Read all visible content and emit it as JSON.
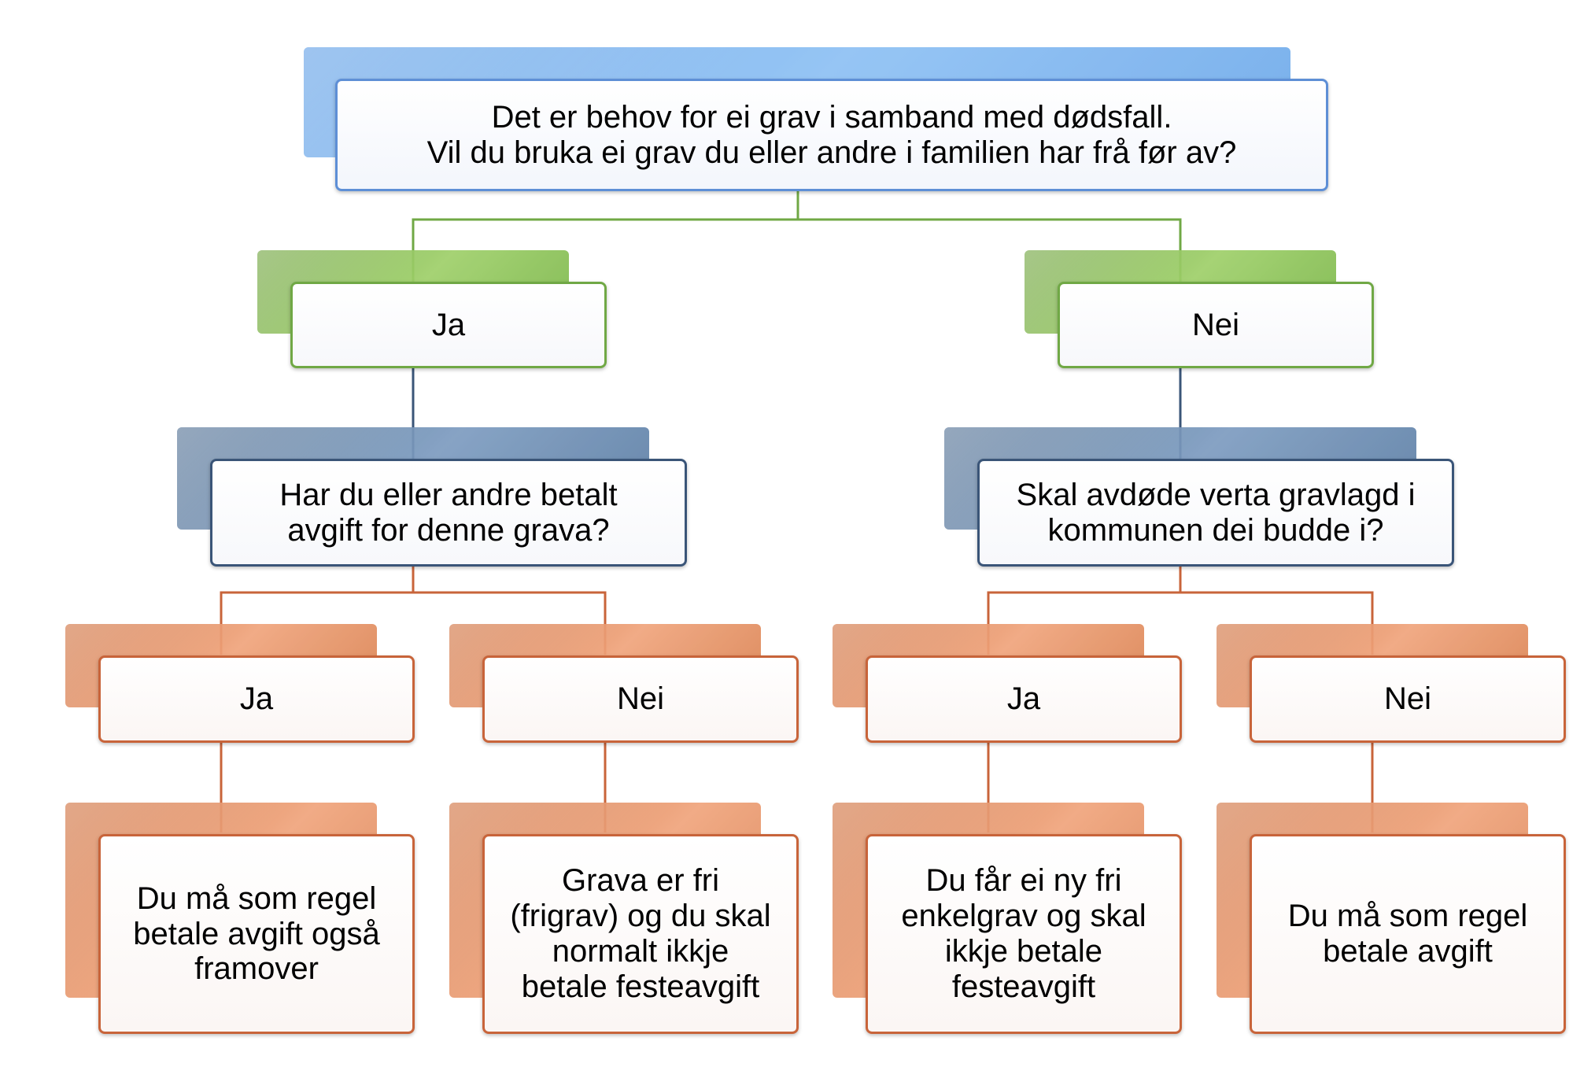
{
  "root": {
    "text": "Det er behov for ei grav i samband med dødsfall.\nVil du bruka ei grav du eller andre i familien har frå før av?"
  },
  "left_branch": {
    "answer": "Ja",
    "question": "Har du eller andre betalt\navgift for denne grava?",
    "yes": {
      "answer": "Ja",
      "outcome": "Du må som regel\nbetale avgift også\nframover"
    },
    "no": {
      "answer": "Nei",
      "outcome": "Grava er fri\n(frigrav) og du skal\nnormalt ikkje\nbetale festeavgift"
    }
  },
  "right_branch": {
    "answer": "Nei",
    "question": "Skal avdøde verta gravlagd i\nkommunen dei budde i?",
    "yes": {
      "answer": "Ja",
      "outcome": "Du får ei ny fri\nenkelgrav og skal\nikkje betale\nfesteavgift"
    },
    "no": {
      "answer": "Nei",
      "outcome": "Du må som regel\nbetale avgift"
    }
  },
  "colors": {
    "root": "#6ea9ea",
    "level1": "#7ab648",
    "level2": "#5a7ca3",
    "level3": "#d9814f",
    "connector_green": "#70a845",
    "connector_steel": "#3a5578",
    "connector_orange": "#c8643a"
  }
}
